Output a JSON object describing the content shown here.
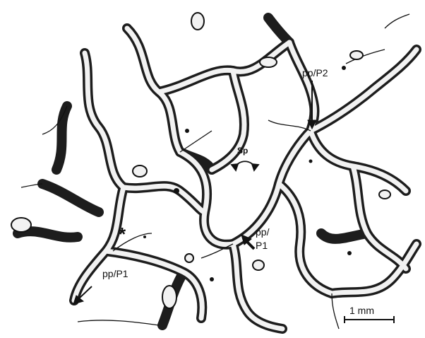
{
  "figure": {
    "labels": {
      "pp_p2": "pp/P2",
      "sp": "Sp",
      "pp_p1_center_line1": "pp/",
      "pp_p1_center_line2": "P1",
      "pp_p1_left": "pp/P1",
      "asterisk": "*"
    },
    "scale_bar": {
      "label": "1 mm"
    },
    "colors": {
      "ink": "#111111",
      "background": "#ffffff",
      "trabecula_fill": "#f2f2f2"
    },
    "style": "black-and-white line drawing of trabecular bone network"
  }
}
